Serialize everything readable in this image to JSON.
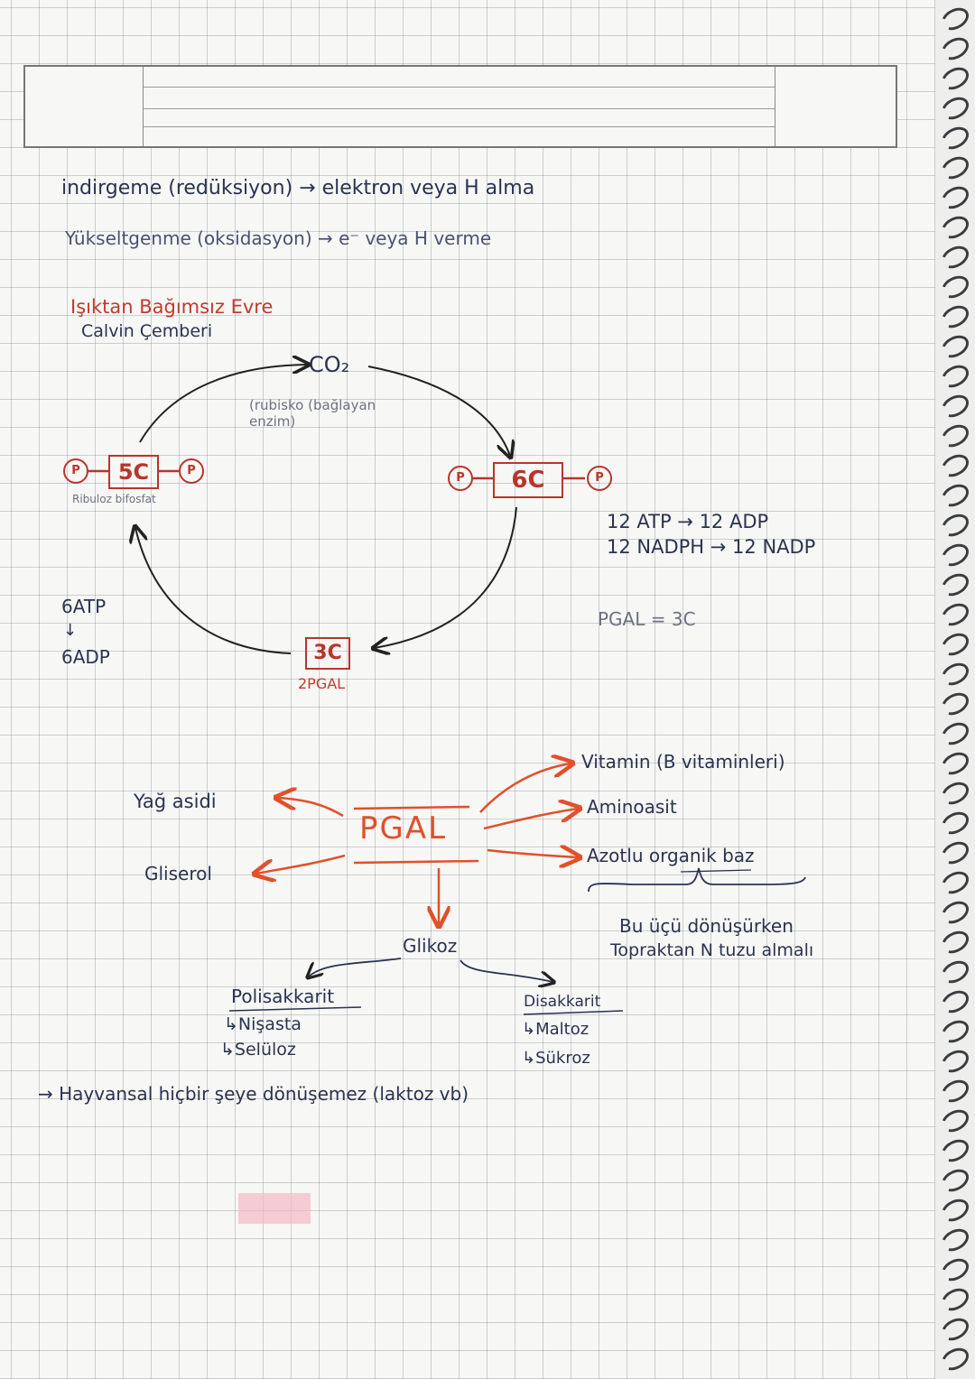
{
  "notes": {
    "line1": "indirgeme (redüksiyon) → elektron veya H alma",
    "line2": "Yükseltgenme (oksidasyon) → e⁻ veya H verme"
  },
  "calvin": {
    "title": "Işıktan Bağımsız Evre",
    "subtitle": "Calvin Çemberi",
    "co2": "CO₂",
    "rubisco": "(rubisko (bağlayan enzim)",
    "five_c": "5C",
    "five_c_caption": "Ribuloz bifosfat",
    "six_c": "6C",
    "three_c": "3C",
    "three_c_caption": "2PGAL",
    "p_label": "P",
    "atp_left_1": "6ATP",
    "atp_left_arrow": "↓",
    "atp_left_2": "6ADP",
    "energy_1": "12 ATP → 12 ADP",
    "energy_2": "12 NADPH → 12 NADP",
    "pgal_note": "PGAL = 3C"
  },
  "pgal_map": {
    "center": "PGAL",
    "fatty_acid": "Yağ asidi",
    "glycerol": "Gliserol",
    "vitamin": "Vitamin (B vitaminleri)",
    "amino_acid": "Aminoasit",
    "nitrogen_base": "Azotlu organik baz",
    "note_1": "Bu üçü dönüşürken",
    "note_2": "Topraktan N tuzu almalı",
    "glucose": "Glikoz",
    "polysaccharide": "Polisakkarit",
    "starch": "↳Nişasta",
    "cellulose": "↳Selüloz",
    "disaccharide": "Disakkarit",
    "maltose": "↳Maltoz",
    "sucrose": "↳Sükroz",
    "animal_note": "→ Hayvansal hiçbir şeye dönüşemez (laktoz vb)"
  },
  "colors": {
    "ink": "#2a3350",
    "red_ink": "#c23a2f",
    "orange_ink": "#e0502a"
  }
}
